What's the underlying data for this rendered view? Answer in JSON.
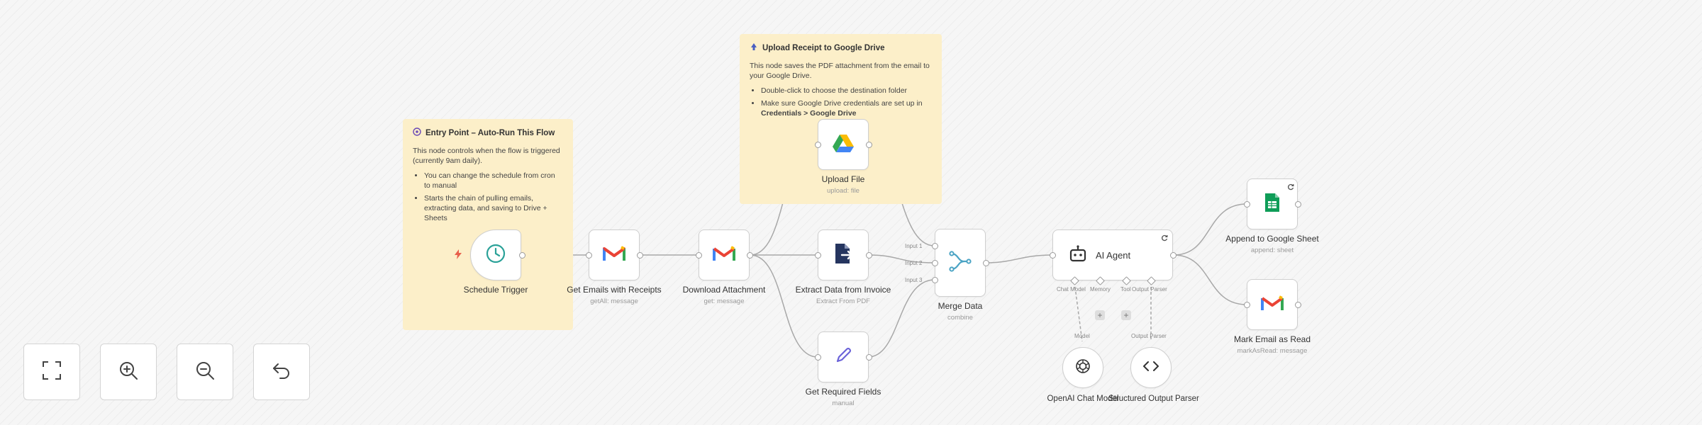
{
  "sticky_notes": {
    "entry": {
      "title": "Entry Point – Auto-Run This Flow",
      "body": "This node controls when the flow is triggered (currently 9am daily).",
      "bullets": [
        "You can change the schedule from cron to manual",
        "Starts the chain of pulling emails, extracting data, and saving to Drive + Sheets"
      ]
    },
    "upload": {
      "title": "Upload Receipt to Google Drive",
      "body": "This node saves the PDF attachment from the email to your Google Drive.",
      "bullet1": "Double-click to choose the destination folder",
      "bullet2_prefix": "Make sure Google Drive credentials are set up in ",
      "bullet2_bold": "Credentials > Google Drive"
    }
  },
  "nodes": {
    "schedule_trigger": {
      "label": "Schedule Trigger"
    },
    "get_emails": {
      "label": "Get Emails with Receipts",
      "sub": "getAll: message"
    },
    "download_attachment": {
      "label": "Download Attachment",
      "sub": "get: message"
    },
    "upload_file": {
      "label": "Upload File",
      "sub": "upload: file"
    },
    "extract_data": {
      "label": "Extract Data from Invoice",
      "sub": "Extract From PDF"
    },
    "get_required_fields": {
      "label": "Get Required Fields",
      "sub": "manual"
    },
    "merge_data": {
      "label": "Merge Data",
      "sub": "combine",
      "inputs": [
        "Input 1",
        "Input 2",
        "Input 3"
      ]
    },
    "ai_agent": {
      "label": "AI Agent",
      "ports": [
        "Chat Model",
        "Memory",
        "Tool",
        "Output Parser"
      ]
    },
    "openai_chat_model": {
      "label": "OpenAI Chat Model",
      "port_label": "Model"
    },
    "structured_output_parser": {
      "label": "Structured Output Parser",
      "port_label": "Output Parser"
    },
    "append_sheet": {
      "label": "Append to Google Sheet",
      "sub": "append: sheet"
    },
    "mark_read": {
      "label": "Mark Email as Read",
      "sub": "markAsRead: message"
    }
  },
  "controls": {
    "fit_view": "fit-view-icon",
    "zoom_in": "zoom-in-icon",
    "zoom_out": "zoom-out-icon",
    "undo": "undo-icon"
  },
  "colors": {
    "sticky_bg": "#fcefc9",
    "connection": "#a8a8a8",
    "trigger_accent": "#2aa198",
    "gmail_red": "#ea4335",
    "sheets_green": "#0f9d58",
    "merge_teal": "#4aa3c4",
    "pencil_purple": "#6b63d9",
    "pdf_navy": "#25355f"
  }
}
